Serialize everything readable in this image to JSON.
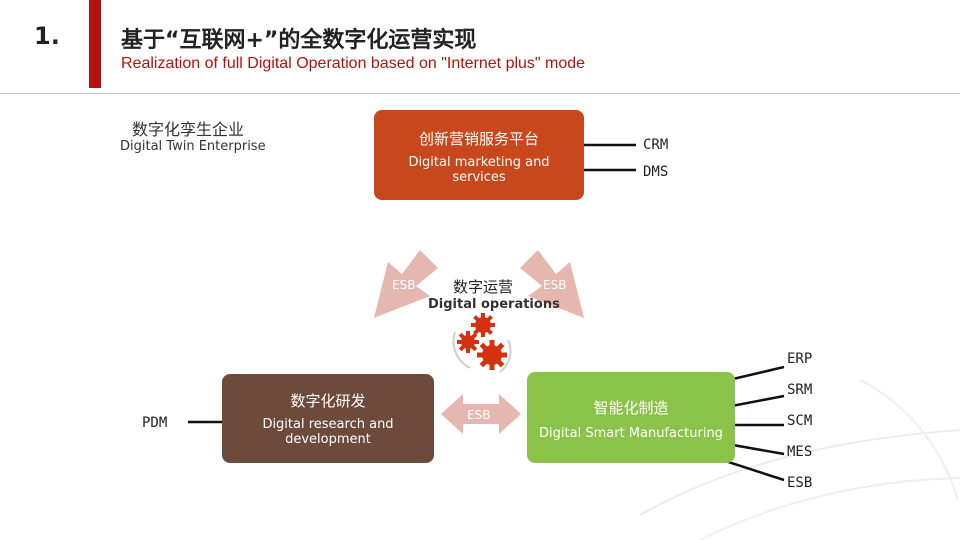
{
  "header": {
    "number": "1.",
    "title": "基于“互联网+”的全数字化运营实现",
    "subtitle": "Realization of full Digital Operation based on \"Internet plus\" mode"
  },
  "twin": {
    "cn": "数字化孪生企业",
    "en": "Digital Twin Enterprise"
  },
  "marketing": {
    "cn": "创新营销服务平台",
    "en": "Digital marketing and services",
    "systems": [
      "CRM",
      "DMS"
    ]
  },
  "operations": {
    "cn": "数字运营",
    "en": "Digital operations",
    "esb_left": "ESB",
    "esb_right": "ESB"
  },
  "rd": {
    "cn": "数字化研发",
    "en": "Digital research and development",
    "system": "PDM"
  },
  "manufacturing": {
    "cn": "智能化制造",
    "en": "Digital Smart Manufacturing",
    "systems": [
      "ERP",
      "SRM",
      "SCM",
      "MES",
      "ESB"
    ]
  },
  "middle_esb": "ESB",
  "colors": {
    "accent": "#b3120f",
    "marketing": "#c8471c",
    "rd": "#6e4a3c",
    "manufacturing": "#8bc34a",
    "arrow": "#e6b7ae",
    "gear": "#d3310f"
  }
}
